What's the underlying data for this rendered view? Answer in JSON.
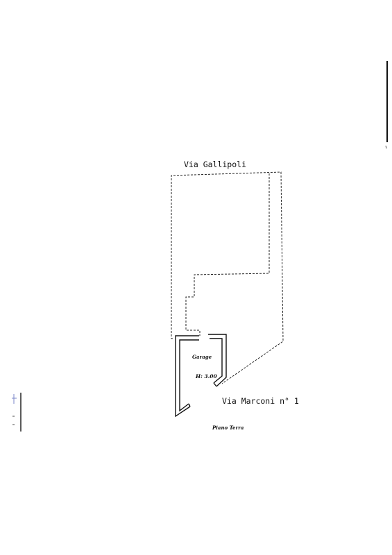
{
  "plan": {
    "street_top": "Via Gallipoli",
    "street_bottom": "Via Marconi n° 1",
    "room_name": "Garage",
    "room_height": "H: 3.00",
    "floor_label": "Piano Terra"
  }
}
